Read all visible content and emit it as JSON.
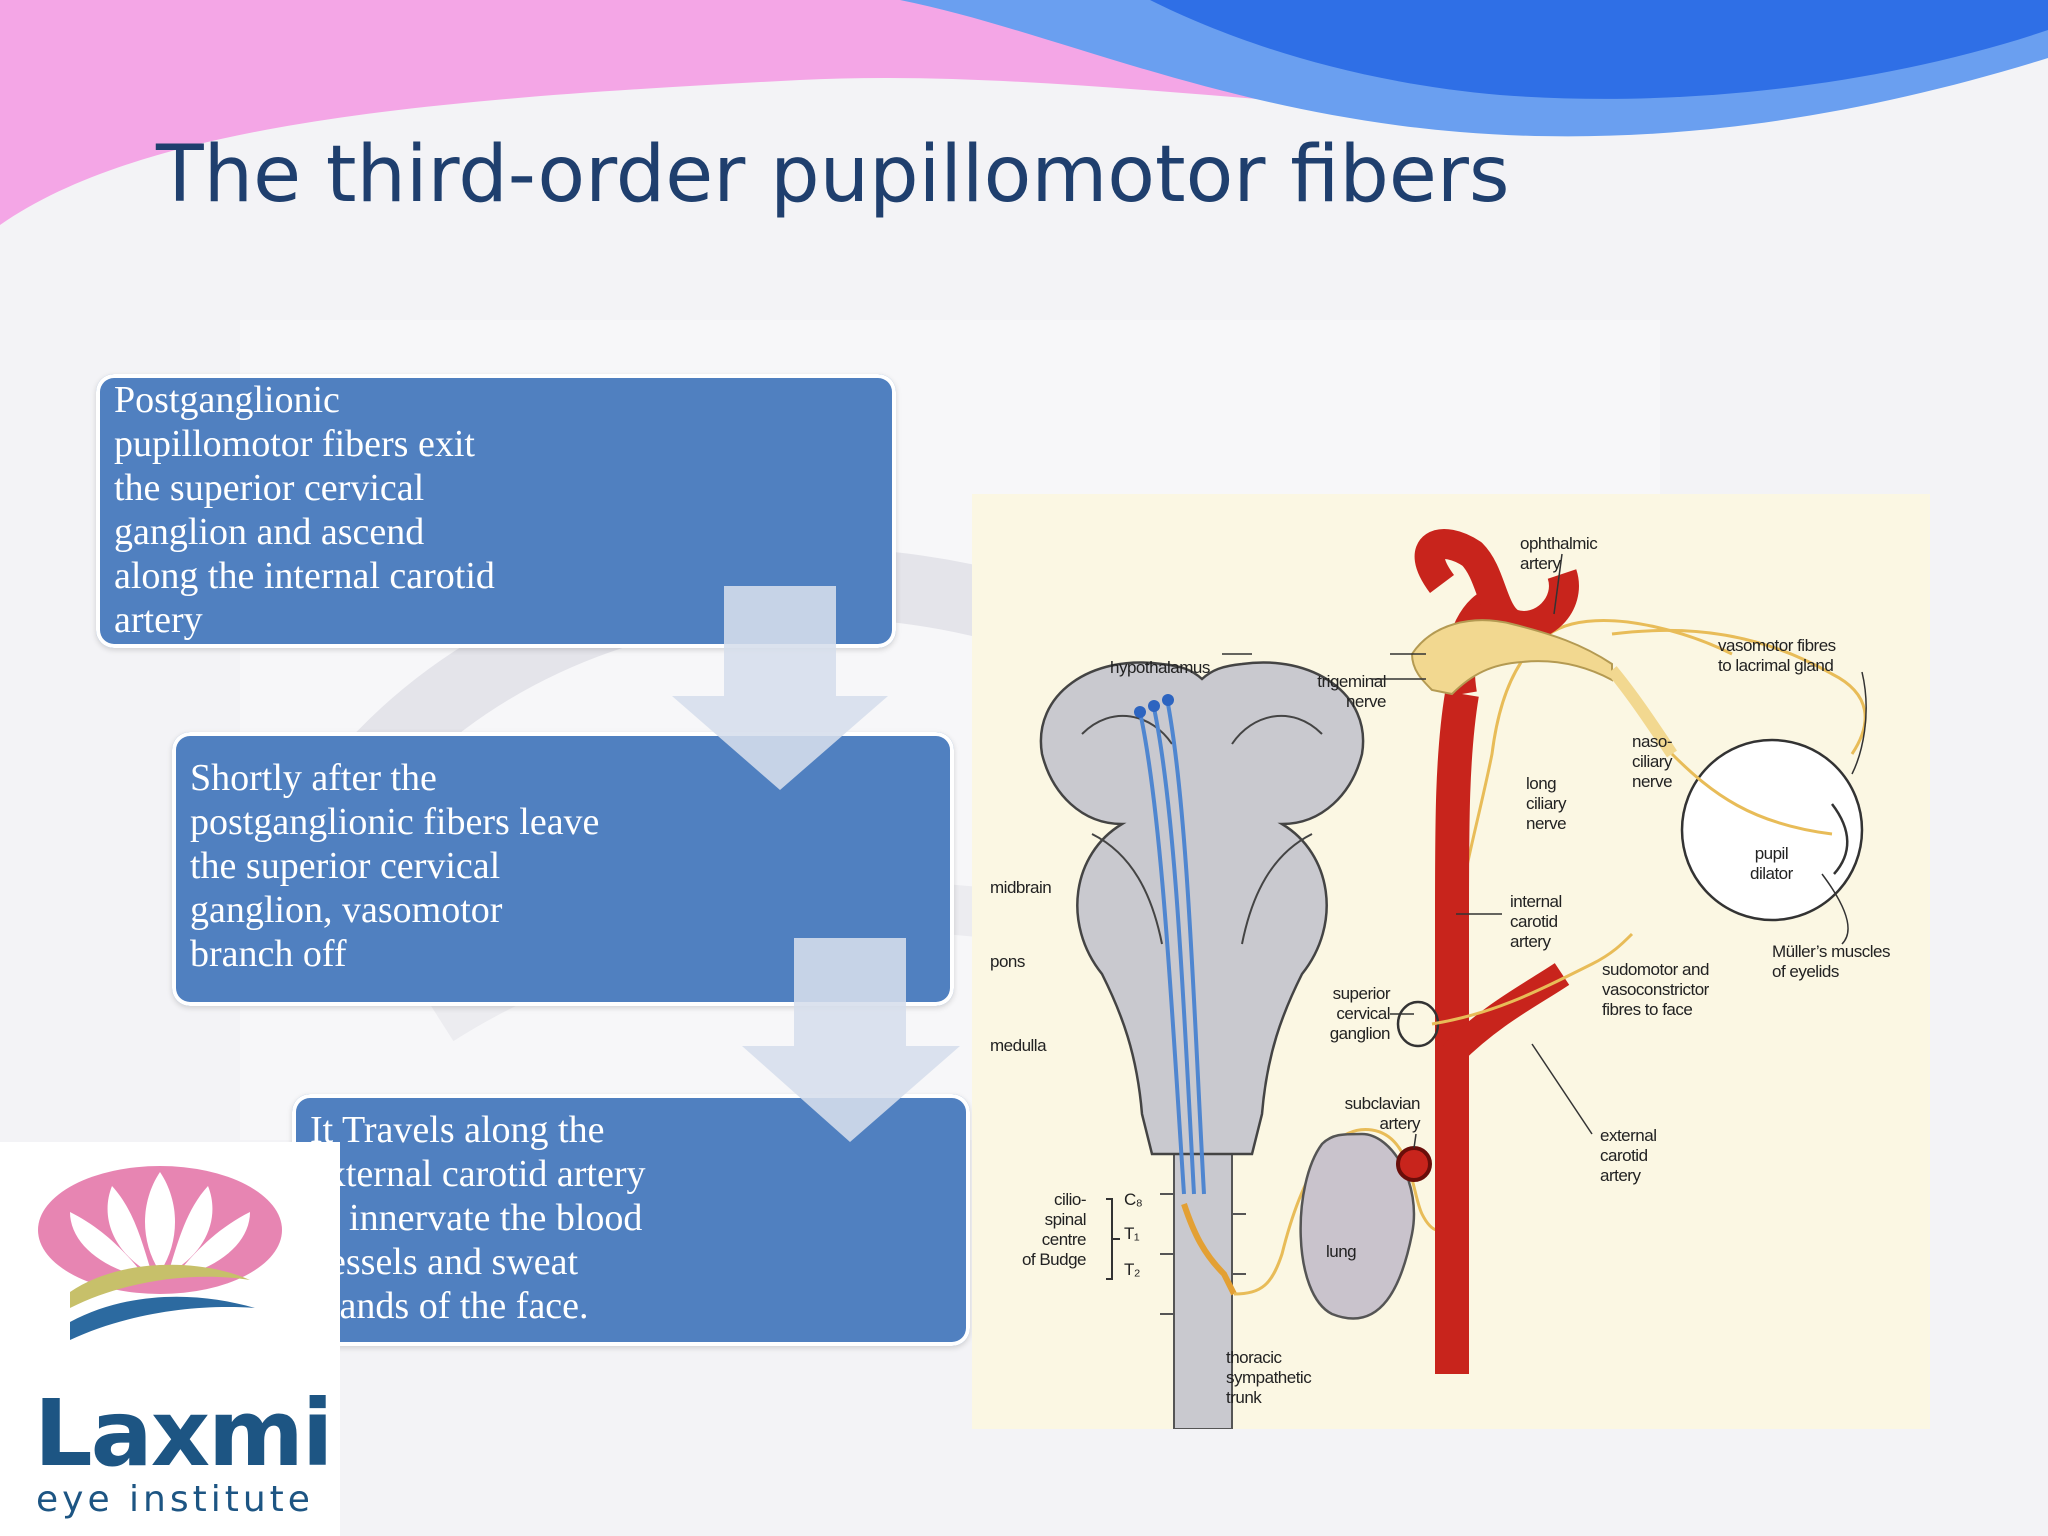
{
  "title": "The third-order pupillomotor fibers",
  "steps": [
    {
      "text": "Postganglionic\npupillomotor fibers exit\nthe superior cervical\nganglion and ascend\nalong the internal carotid\nartery"
    },
    {
      "text": "Shortly after the\npostganglionic fibers leave\nthe superior cervical\nganglion, vasomotor\nbranch off"
    },
    {
      "text": "It Travels  along the\nexternal carotid artery\nto innervate the blood\nvessels and sweat\nglands of the face."
    }
  ],
  "diagram_labels": {
    "hypothalamus": "hypothalamus",
    "midbrain": "midbrain",
    "pons": "pons",
    "medulla": "medulla",
    "ciliospinal": "cilio-\nspinal\ncentre\nof Budge",
    "c8": "C₈",
    "t1": "T₁",
    "t2": "T₂",
    "lung": "lung",
    "thoracic": "thoracic\nsympathetic\ntrunk",
    "ophthalmic": "ophthalmic\nartery",
    "trigeminal": "trigeminal\nnerve",
    "vasomotor_lacrimal": "vasomotor fibres\nto lacrimal gland",
    "nasociliary": "naso-\nciliary\nnerve",
    "long_ciliary": "long\nciliary\nnerve",
    "pupil_dilator": "pupil\ndilator",
    "internal_carotid": "internal\ncarotid\nartery",
    "muller": "Müller’s muscles\nof eyelids",
    "sudomotor": "sudomotor and\nvasoconstrictor\nfibres to face",
    "superior_cervical": "superior\ncervical\nganglion",
    "subclavian": "subclavian\nartery",
    "external_carotid": "external\ncarotid\nartery"
  },
  "logo": {
    "name": "Laxmi",
    "tagline": "eye institute"
  },
  "colors": {
    "title": "#1f3f6e",
    "box": "#5080c0",
    "arrow": "#d6deec",
    "artery": "#c8241c",
    "nerve": "#f2d890",
    "fiber": "#4f86d0",
    "brainstem": "#c9c9cf",
    "lotus_pink": "#e785b2",
    "logo_blue": "#1d5583"
  }
}
